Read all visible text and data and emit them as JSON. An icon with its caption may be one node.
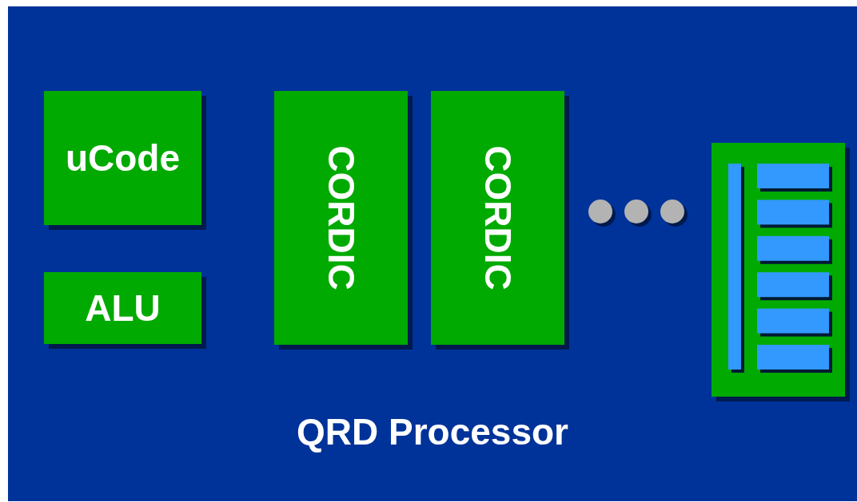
{
  "diagram": {
    "nodes": [
      {
        "text": [
          "QRD Processor"
        ]
      },
      {
        "text": [
          "uCode"
        ],
        "in": 0
      },
      {
        "text": [
          "ALU"
        ],
        "in": 0
      },
      {
        "text": [
          "CORDIC"
        ],
        "in": 0
      },
      {
        "text": [
          "CORDIC"
        ],
        "in": 0
      },
      {
        "text": [],
        "shape": "box",
        "in": 0
      }
    ]
  }
}
